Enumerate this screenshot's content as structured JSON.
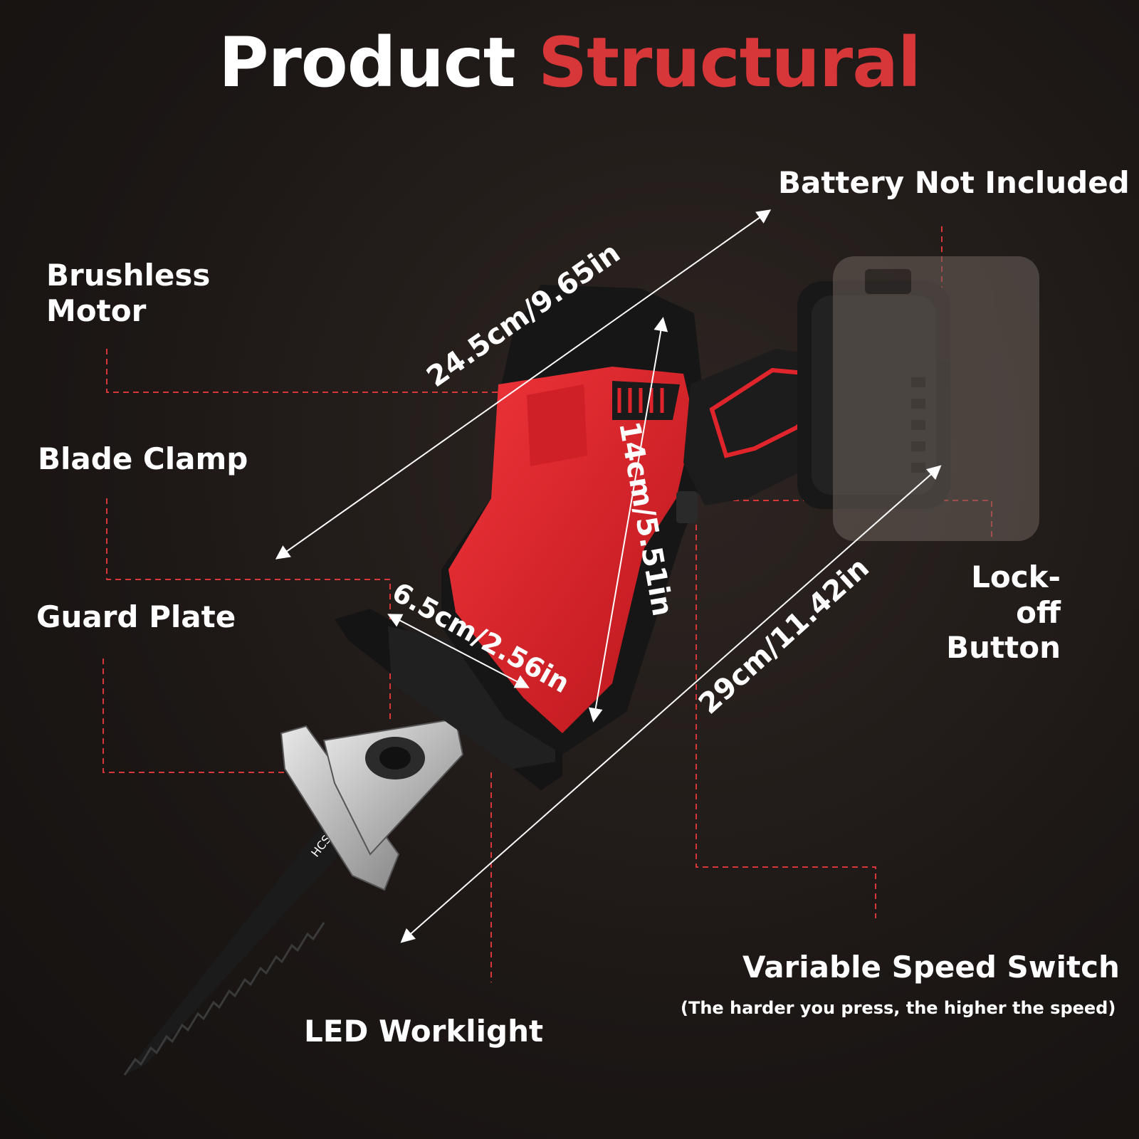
{
  "title": {
    "part1": "Product",
    "part2": "Structural"
  },
  "labels": {
    "battery": "Battery Not Included",
    "brushless_line1": "Brushless",
    "brushless_line2": "Motor",
    "blade_clamp": "Blade Clamp",
    "guard_plate": "Guard Plate",
    "lockoff_line1": "Lock-off",
    "lockoff_line2": "Button",
    "variable_speed": "Variable Speed Switch",
    "variable_speed_note": "(The harder you press, the higher the speed)",
    "led_worklight": "LED Worklight"
  },
  "dimensions": {
    "length_top": "24.5cm/9.65in",
    "height": "14cm/5.51in",
    "width": "6.5cm/2.56in",
    "length_total": "29cm/11.42in"
  },
  "blade_text": "HCS",
  "colors": {
    "accent_red": "#d8373a",
    "body_red": "#e0242b",
    "tool_black": "#1a1a1a",
    "leader_line": "#d8373a"
  }
}
